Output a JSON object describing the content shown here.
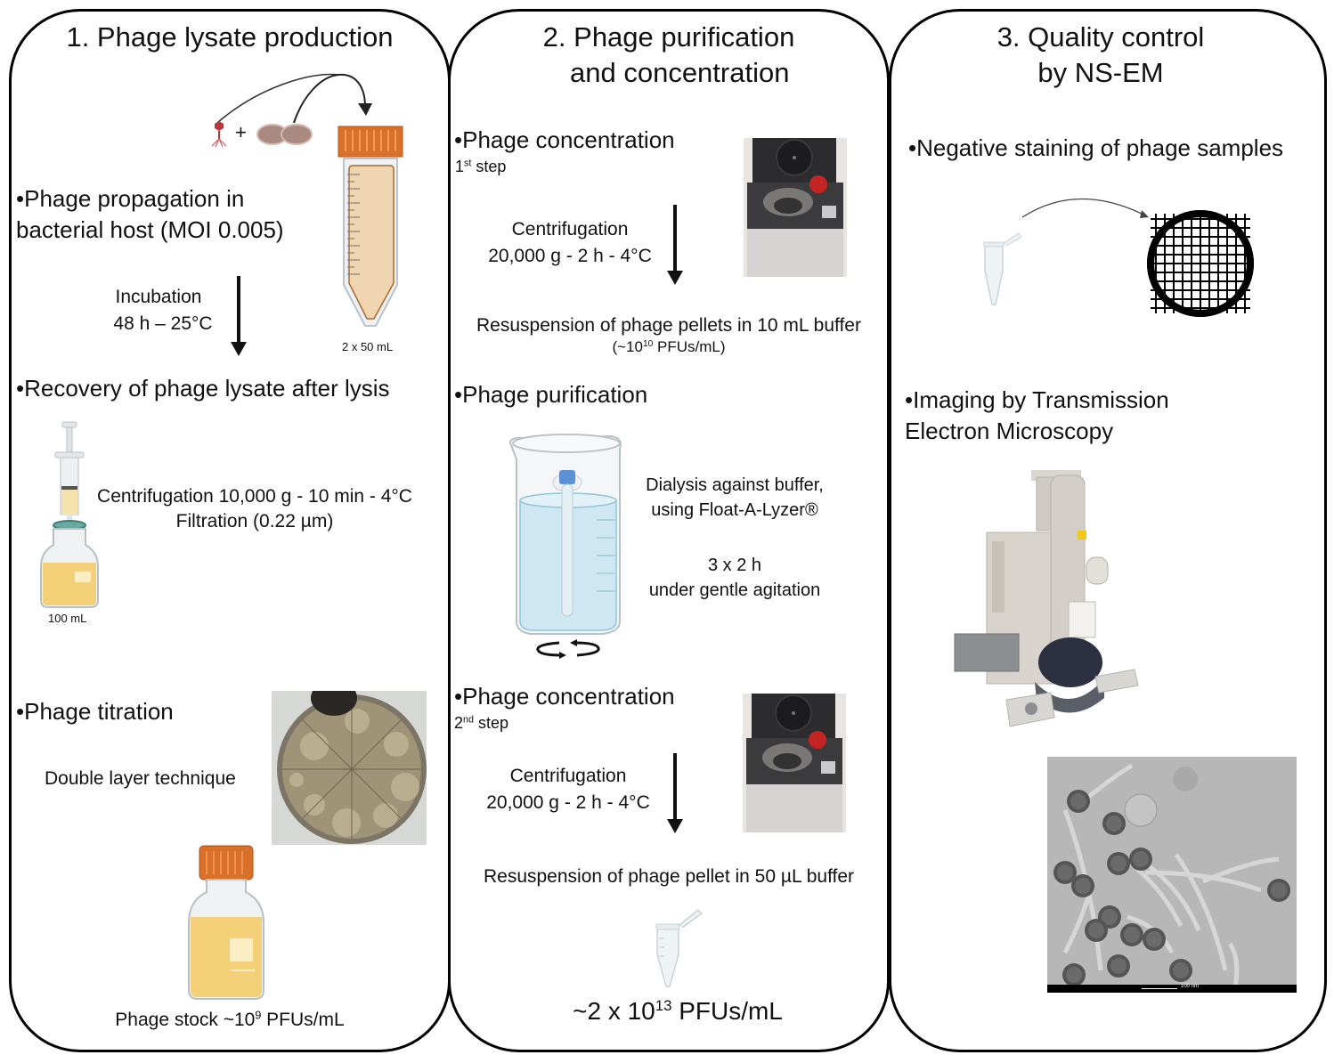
{
  "panels": [
    {
      "title": "1. Phage lysate production",
      "steps": {
        "propagation": {
          "line1": "•Phage propagation in",
          "line2": "bacterial host (MOI 0.005)"
        },
        "incubation": {
          "line1": "Incubation",
          "line2": "48 h – 25°C"
        },
        "tube_label": "2 x 50 mL",
        "recovery": {
          "heading": "•Recovery of phage lysate after lysis",
          "line1": "Centrifugation 10,000 g - 10 min - 4°C",
          "line2": "Filtration (0.22 µm)"
        },
        "bottle_label": "100 mL",
        "titration": {
          "heading": "•Phage titration",
          "method": "Double layer technique"
        },
        "stock": {
          "prefix": "Phage stock ~10",
          "exponent": "9",
          "suffix": " PFUs/mL"
        }
      }
    },
    {
      "title_line1": "2. Phage purification",
      "title_line2": "and concentration",
      "concentration1": {
        "heading": "•Phage concentration",
        "step_num": "1",
        "step_sup": "st",
        "step_word": " step",
        "line1": "Centrifugation",
        "line2": "20,000 g - 2 h - 4°C",
        "resuspension": "Resuspension of phage pellets in 10 mL buffer",
        "yield_prefix": "(~10",
        "yield_exp": "10",
        "yield_suffix": " PFUs/mL)"
      },
      "purification": {
        "heading": "•Phage purification",
        "line1": "Dialysis against buffer,",
        "line2": "using Float-A-Lyzer®",
        "line3": "3 x 2 h",
        "line4": "under gentle agitation"
      },
      "concentration2": {
        "heading": "•Phage concentration",
        "step_num": "2",
        "step_sup": "nd",
        "step_word": " step",
        "line1": "Centrifugation",
        "line2": "20,000 g - 2 h - 4°C",
        "resuspension": "Resuspension of phage pellet in 50 µL buffer"
      },
      "final": {
        "prefix": "~2 x 10",
        "exponent": "13",
        "suffix": " PFUs/mL"
      }
    },
    {
      "title_line1": "3. Quality control",
      "title_line2": "by NS-EM",
      "staining": "•Negative staining of phage samples",
      "imaging_line1": "•Imaging by Transmission",
      "imaging_line2": "Electron Microscopy",
      "scale_bar": "100 nm"
    }
  ],
  "colors": {
    "cap_orange": "#d9702a",
    "lysate_yellow": "#f3cf77",
    "tube_fill": "#f0d6b0",
    "phage_red": "#b8383a",
    "water_blue": "#cfe7f2"
  }
}
